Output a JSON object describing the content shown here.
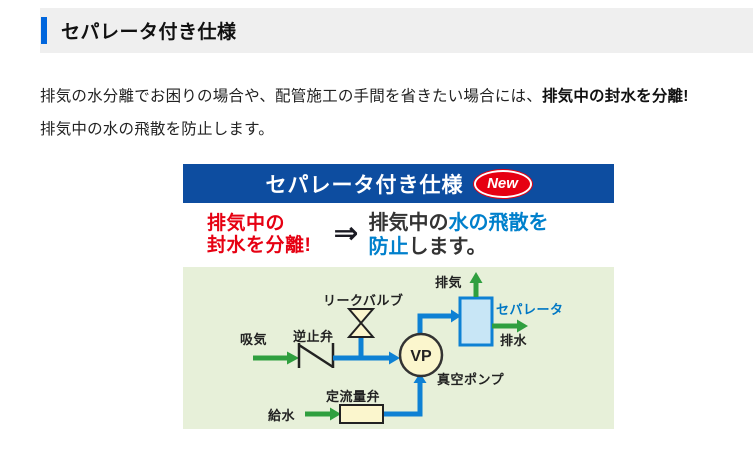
{
  "page": {
    "heading": "セパレータ付き仕様"
  },
  "intro": {
    "line1_normal": "排気の水分離でお困りの場合や、配管施工の手間を省きたい場合には、",
    "line1_bold": "排気中の封水を分離!",
    "line2": "排気中の水の飛散を防止します。"
  },
  "figure": {
    "banner": {
      "title": "セパレータ付き仕様",
      "badge": "New"
    },
    "callout": {
      "left_line1": "排気中の",
      "left_line2": "封水を分離!",
      "arrow": "⇒",
      "right_line1_dark": "排気中の",
      "right_line1_blue": "水の飛散を",
      "right_line2_blue": "防止",
      "right_line2_dark": "します。"
    },
    "diagram": {
      "labels": {
        "intake": "吸気",
        "check_valve": "逆止弁",
        "leak_valve": "リークバルブ",
        "vp": "VP",
        "vacuum_pump": "真空ポンプ",
        "exhaust": "排気",
        "separator": "セパレータ",
        "drain": "排水",
        "water_supply": "給水",
        "constant_flow_valve": "定流量弁"
      }
    },
    "colors": {
      "heading_accent_blue": "#0066dd",
      "banner_blue": "#0d4da0",
      "badge_red": "#e60012",
      "accent_red": "#e60012",
      "accent_blue": "#0080cc",
      "pipe_blue": "#0e81d4",
      "flow_green": "#2f9f3f",
      "diagram_bg": "#e7f0d9",
      "valve_fill": "#fbf6cd",
      "separator_fill": "#c8e6f6"
    }
  }
}
